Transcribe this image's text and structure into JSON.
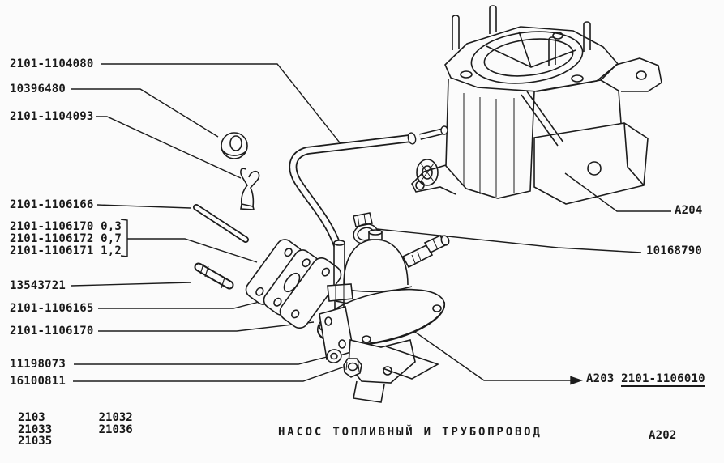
{
  "title": {
    "text": "НАСОС ТОПЛИВНЫЙ И ТРУБОПРОВОД"
  },
  "sheet": {
    "code": "А202"
  },
  "callouts_left": [
    {
      "label": "2101-1104080"
    },
    {
      "label": "10396480"
    },
    {
      "label": "2101-1104093"
    },
    {
      "label": "2101-1106166"
    },
    {
      "label": "2101-1106170 0,3"
    },
    {
      "label": "2101-1106172 0,7"
    },
    {
      "label": "2101-1106171 1,2"
    },
    {
      "label": "13543721"
    },
    {
      "label": "2101-1106165"
    },
    {
      "label": "2101-1106170"
    },
    {
      "label": "11198073"
    },
    {
      "label": "16100811"
    }
  ],
  "callouts_right": {
    "carburetor_ref": "А204",
    "hose_clamp": "10168790",
    "pump_ref_prefix": "А203",
    "pump_part": "2101-1106010"
  },
  "applicability": {
    "column1": [
      "2103",
      "21033",
      "21035"
    ],
    "column2": [
      "21032",
      "21036"
    ]
  },
  "colors": {
    "ink": "#1c1c1c",
    "paper": "#fbfbfb"
  }
}
